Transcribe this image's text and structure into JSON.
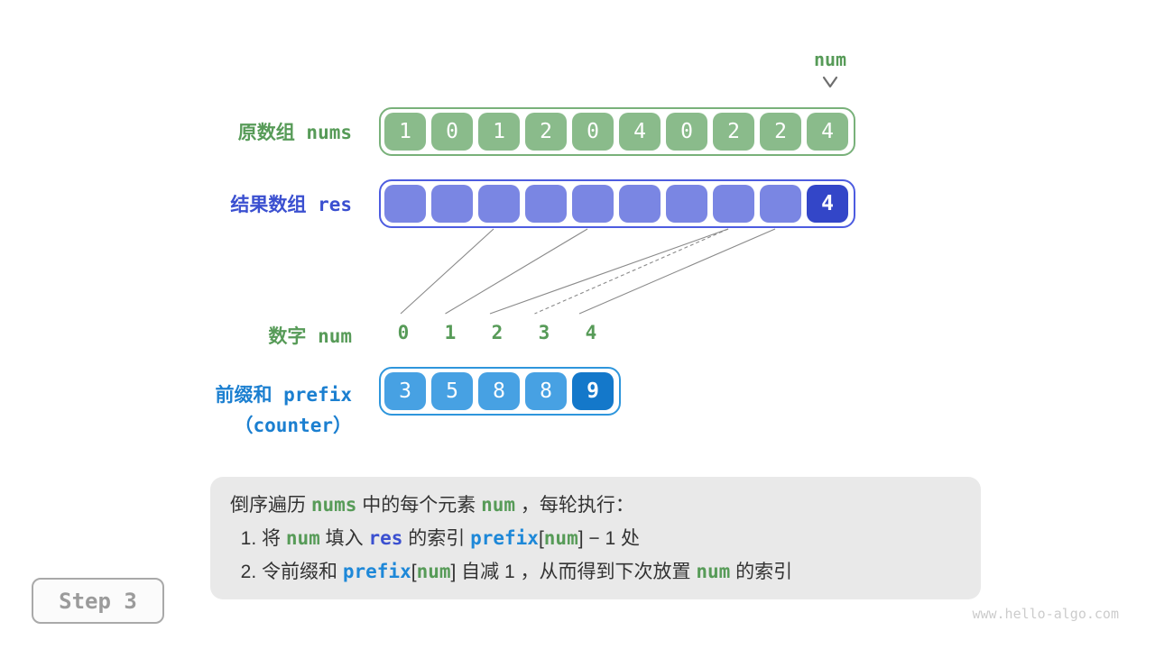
{
  "pointer": {
    "label": "num"
  },
  "arrays": {
    "nums": {
      "label": "原数组 nums",
      "values": [
        "1",
        "0",
        "1",
        "2",
        "0",
        "4",
        "0",
        "2",
        "2",
        "4"
      ],
      "highlight_index": -1
    },
    "res": {
      "label": "结果数组 res",
      "values": [
        "",
        "",
        "",
        "",
        "",
        "",
        "",
        "",
        "",
        "4"
      ],
      "highlight_index": 9
    },
    "prefix": {
      "label_line1": "前缀和 prefix",
      "label_line2": "（counter）",
      "values": [
        "3",
        "5",
        "8",
        "8",
        "9"
      ],
      "highlight_index": 4
    }
  },
  "num_row": {
    "label": "数字 num",
    "values": [
      "0",
      "1",
      "2",
      "3",
      "4"
    ]
  },
  "connections": [
    {
      "num": 0,
      "res_index": 2,
      "dashed": false
    },
    {
      "num": 1,
      "res_index": 4,
      "dashed": false
    },
    {
      "num": 2,
      "res_index": 7,
      "dashed": false
    },
    {
      "num": 3,
      "res_index": 7,
      "dashed": true
    },
    {
      "num": 4,
      "res_index": 8,
      "dashed": false
    }
  ],
  "explanation": {
    "lines": [
      [
        [
          "倒序遍历 ",
          "p"
        ],
        [
          "nums",
          "g"
        ],
        [
          " 中的每个元素 ",
          "p"
        ],
        [
          "num",
          "g"
        ],
        [
          " ，每轮执行：",
          "p"
        ]
      ],
      [
        [
          "  1. 将 ",
          "p"
        ],
        [
          "num",
          "g"
        ],
        [
          " 填入 ",
          "p"
        ],
        [
          "res",
          "b"
        ],
        [
          " 的索引 ",
          "p"
        ],
        [
          "prefix",
          "c"
        ],
        [
          "[",
          "p"
        ],
        [
          "num",
          "g"
        ],
        [
          "]",
          "p"
        ],
        [
          " − 1 处",
          "p"
        ]
      ],
      [
        [
          "  2. 令前缀和 ",
          "p"
        ],
        [
          "prefix",
          "c"
        ],
        [
          "[",
          "p"
        ],
        [
          "num",
          "g"
        ],
        [
          "]",
          "p"
        ],
        [
          " 自减 1 ，从而得到下次放置 ",
          "p"
        ],
        [
          "num",
          "g"
        ],
        [
          " 的索引",
          "p"
        ]
      ]
    ]
  },
  "step_badge": {
    "label": "Step 3"
  },
  "watermark": {
    "text": "www.hello-algo.com"
  },
  "colors": {
    "green_cell": "#8abb8b",
    "green_label": "#579b58",
    "res_cell": "#7a86e3",
    "res_cell_dark": "#3346c8",
    "res_label": "#3b50d0",
    "prefix_cell": "#47a1e3",
    "prefix_cell_dark": "#1478ca",
    "prefix_label": "#1b7fd0",
    "box_bg": "#e9e9e9",
    "line_gray": "#8a8a8a"
  }
}
